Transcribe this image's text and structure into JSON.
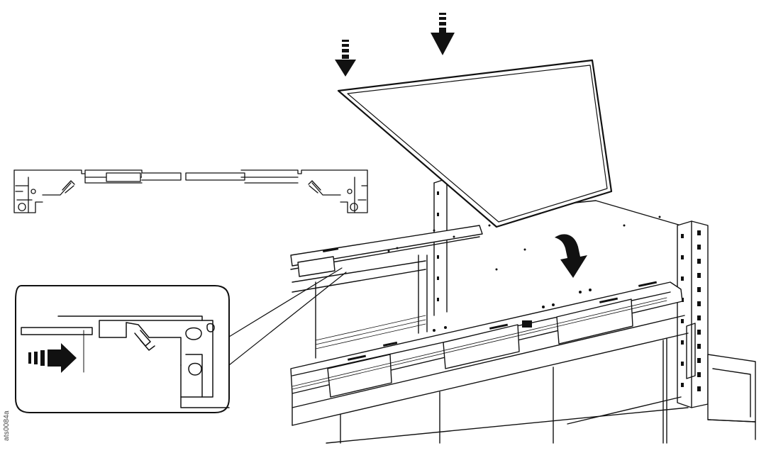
{
  "figure": {
    "id_label": "ats0084a",
    "colors": {
      "line": "#111111",
      "fill": "#ffffff",
      "arrow": "#111111"
    },
    "parts": [
      "top-panel",
      "chassis",
      "rail-cross-section",
      "detail-callout",
      "push-arrow",
      "drop-arrow-left",
      "drop-arrow-right",
      "curved-insert-arrow"
    ]
  }
}
